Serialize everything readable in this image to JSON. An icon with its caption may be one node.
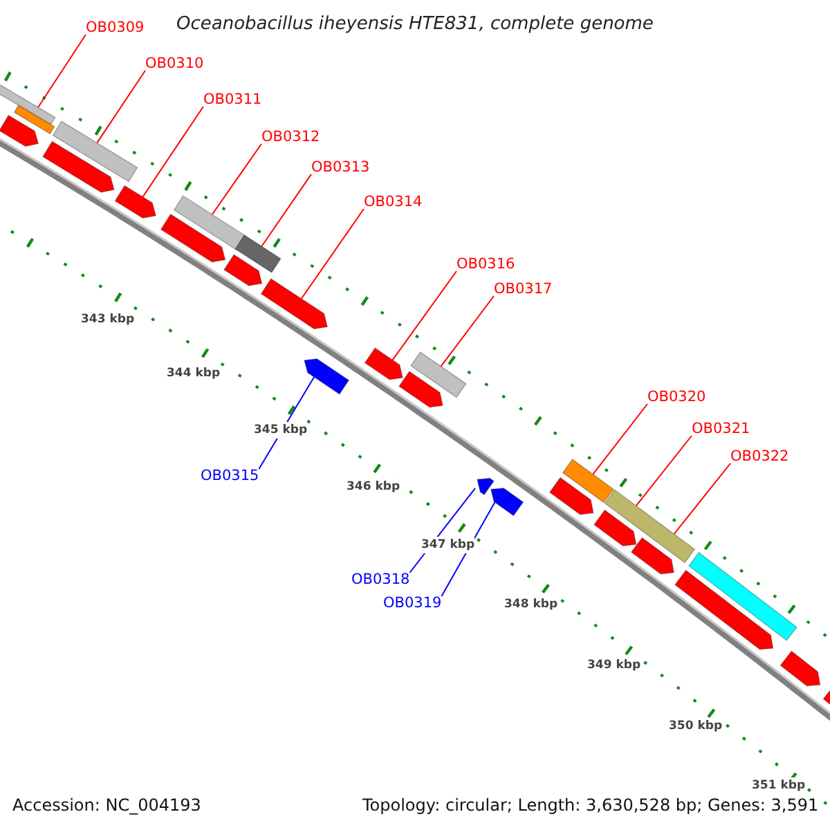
{
  "diagram": {
    "title": "Oceanobacillus iheyensis HTE831, complete genome",
    "nodes": [
      {
        "text": [
          "OB0309"
        ]
      },
      {
        "text": [
          "OB0310"
        ]
      },
      {
        "text": [
          "OB0311"
        ]
      },
      {
        "text": [
          "OB0312"
        ]
      },
      {
        "text": [
          "OB0313"
        ]
      },
      {
        "text": [
          "OB0314"
        ]
      },
      {
        "text": [
          "OB0316"
        ]
      },
      {
        "text": [
          "OB0317"
        ]
      },
      {
        "text": [
          "OB0320"
        ]
      },
      {
        "text": [
          "OB0321"
        ]
      },
      {
        "text": [
          "OB0322"
        ]
      },
      {
        "text": [
          "OB0315"
        ]
      },
      {
        "text": [
          "OB0318"
        ]
      },
      {
        "text": [
          "OB0319"
        ]
      },
      {
        "text": [],
        "shape": "bar"
      },
      {
        "text": [],
        "shape": "bar"
      },
      {
        "text": [],
        "shape": "bar"
      },
      {
        "text": [],
        "shape": "bar"
      },
      {
        "text": [],
        "shape": "bar"
      },
      {
        "text": [],
        "shape": "bar"
      },
      {
        "text": [],
        "shape": "bar"
      },
      {
        "text": [],
        "shape": "bar"
      },
      {
        "text": [],
        "shape": "bar"
      },
      {
        "text": [],
        "shape": "bar"
      },
      {
        "text": [],
        "shape": "bar"
      },
      {
        "text": [],
        "shape": "bar"
      },
      {
        "text": [],
        "shape": "bar"
      },
      {
        "text": [],
        "shape": "bar"
      },
      {
        "text": [],
        "shape": "bar"
      },
      {
        "text": [],
        "shape": "bar"
      },
      {
        "text": [],
        "shape": "bar"
      },
      {
        "text": [],
        "shape": "bar"
      },
      {
        "text": [],
        "shape": "bar"
      },
      {
        "text": [],
        "shape": "bar"
      },
      {
        "text": [],
        "shape": "bar"
      },
      {
        "text": [],
        "shape": "bar"
      },
      {
        "text": [],
        "shape": "bar"
      },
      {
        "text": [],
        "shape": "bar"
      },
      {
        "text": [],
        "shape": "bar"
      },
      {
        "text": [],
        "shape": "bar"
      }
    ],
    "edges": [
      {
        "from": 0,
        "to": 14,
        "arrow": "none"
      },
      {
        "from": 1,
        "to": 18,
        "arrow": "none"
      },
      {
        "from": 2,
        "to": 19,
        "arrow": "none"
      },
      {
        "from": 3,
        "to": 21,
        "arrow": "none"
      },
      {
        "from": 4,
        "to": 23,
        "arrow": "none"
      },
      {
        "from": 5,
        "to": 24,
        "arrow": "none"
      },
      {
        "from": 6,
        "to": 26,
        "arrow": "none"
      },
      {
        "from": 7,
        "to": 28,
        "arrow": "none"
      },
      {
        "from": 8,
        "to": 32,
        "arrow": "none"
      },
      {
        "from": 9,
        "to": 34,
        "arrow": "none"
      },
      {
        "from": 10,
        "to": 34,
        "arrow": "none"
      },
      {
        "from": 11,
        "to": 25,
        "arrow": "none",
        "color": "#0000ff"
      },
      {
        "from": 12,
        "to": 29,
        "arrow": "none",
        "color": "#0000ff"
      },
      {
        "from": 13,
        "to": 30,
        "arrow": "none",
        "color": "#0000ff"
      }
    ],
    "labels": [
      "343 kbp",
      "344 kbp",
      "345 kbp",
      "346 kbp",
      "347 kbp",
      "348 kbp",
      "349 kbp",
      "350 kbp",
      "351 kbp",
      "Accession: NC_004193",
      "Topology: circular; Length: 3,630,528 bp; Genes: 3,591"
    ]
  }
}
